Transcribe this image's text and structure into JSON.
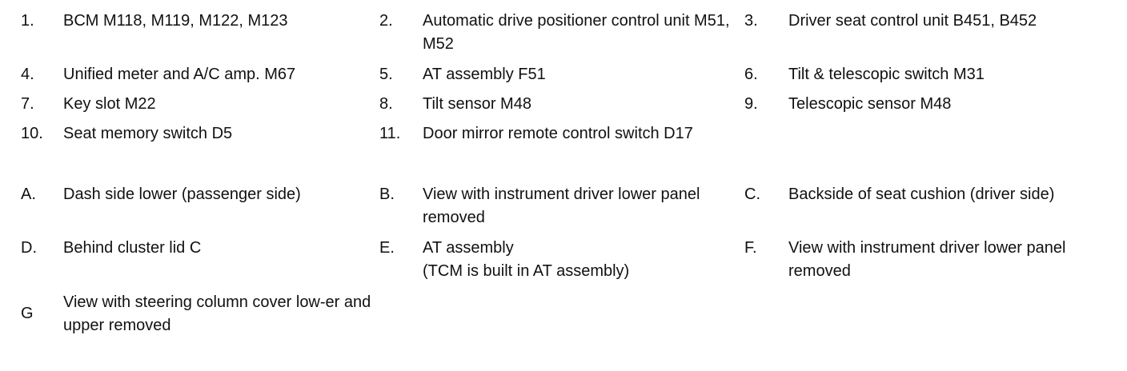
{
  "legend": {
    "items": [
      {
        "num": "1.",
        "text": "BCM M118, M119, M122, M123"
      },
      {
        "num": "2.",
        "text": "Automatic drive positioner control unit M51, M52"
      },
      {
        "num": "3.",
        "text": "Driver seat control unit B451, B452"
      },
      {
        "num": "4.",
        "text": "Unified meter and A/C amp. M67"
      },
      {
        "num": "5.",
        "text": "AT assembly F51"
      },
      {
        "num": "6.",
        "text": "Tilt & telescopic switch M31"
      },
      {
        "num": "7.",
        "text": "Key slot M22"
      },
      {
        "num": "8.",
        "text": "Tilt sensor M48"
      },
      {
        "num": "9.",
        "text": "Telescopic sensor M48"
      },
      {
        "num": "10.",
        "text": "Seat memory switch D5"
      },
      {
        "num": "11.",
        "text": "Door mirror remote control switch D17"
      }
    ],
    "views": [
      {
        "label": "A.",
        "text": "Dash side lower (passenger side)"
      },
      {
        "label": "B.",
        "text": "View with instrument driver lower panel removed"
      },
      {
        "label": "C.",
        "text": "Backside of seat cushion (driver side)"
      },
      {
        "label": "D.",
        "text": "Behind cluster lid C"
      },
      {
        "label": "E.",
        "line1": "AT assembly",
        "line2": "(TCM is built in AT assembly)"
      },
      {
        "label": "F.",
        "text": "View with instrument driver lower panel removed"
      },
      {
        "label": "G",
        "text": "View with steering column cover low-er and upper removed"
      }
    ]
  }
}
